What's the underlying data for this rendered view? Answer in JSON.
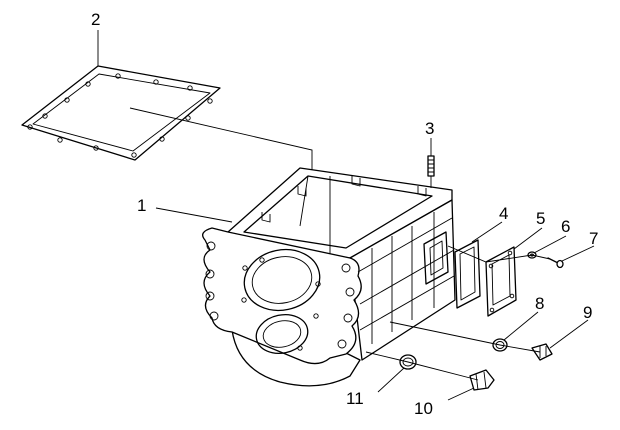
{
  "callouts": [
    {
      "id": "1",
      "text": "1"
    },
    {
      "id": "2",
      "text": "2"
    },
    {
      "id": "3",
      "text": "3"
    },
    {
      "id": "4",
      "text": "4"
    },
    {
      "id": "5",
      "text": "5"
    },
    {
      "id": "6",
      "text": "6"
    },
    {
      "id": "7",
      "text": "7"
    },
    {
      "id": "8",
      "text": "8"
    },
    {
      "id": "9",
      "text": "9"
    },
    {
      "id": "10",
      "text": "10"
    },
    {
      "id": "11",
      "text": "11"
    }
  ],
  "colors": {
    "line": "#000000",
    "background": "#ffffff"
  }
}
